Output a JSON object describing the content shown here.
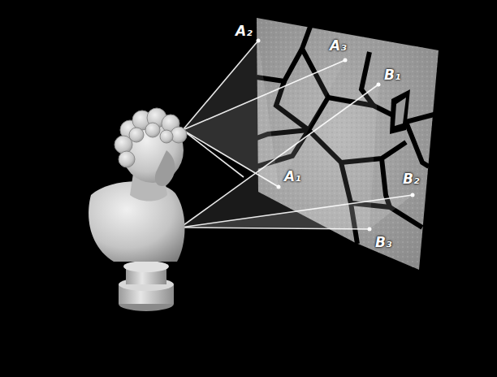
{
  "diagram": {
    "labels": [
      "A₂",
      "A₃",
      "B₁",
      "A₁",
      "B₂",
      "B₃"
    ]
  }
}
